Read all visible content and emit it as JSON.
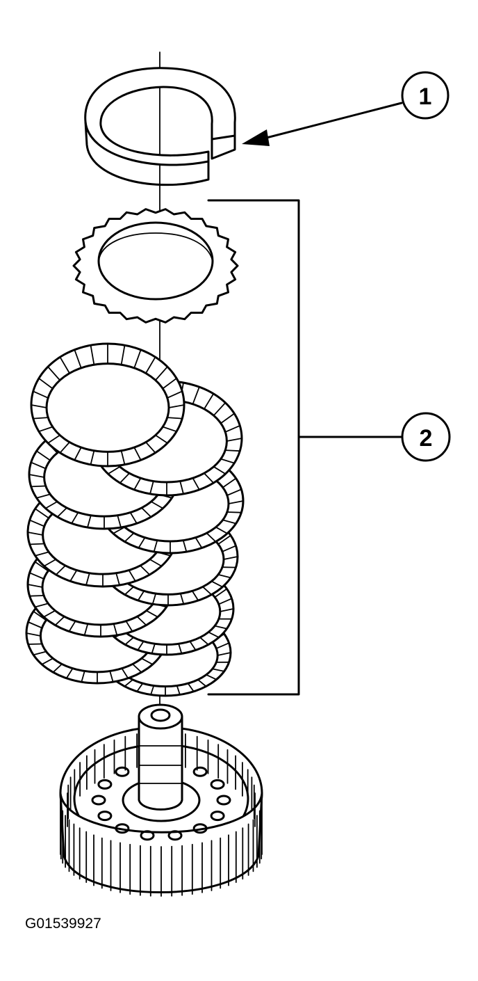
{
  "figure_id": "G01539927",
  "callouts": [
    {
      "label": "1"
    },
    {
      "label": "2"
    }
  ],
  "colors": {
    "ink": "#000000",
    "paper": "#ffffff"
  }
}
